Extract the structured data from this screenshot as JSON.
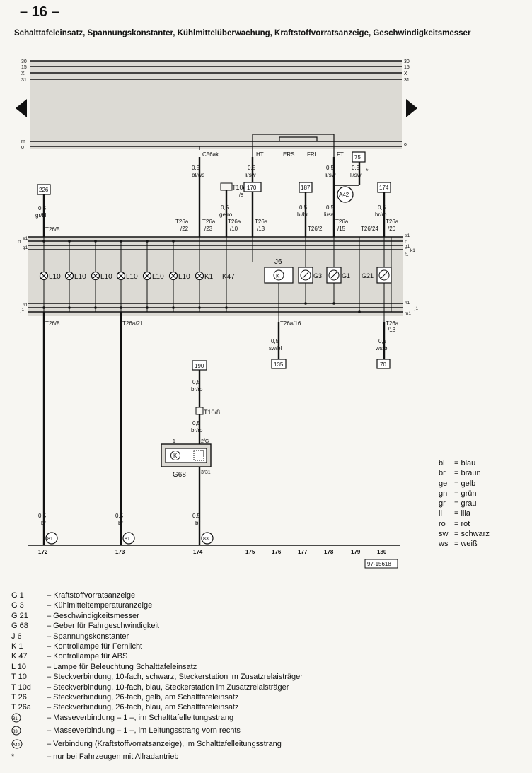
{
  "header": {
    "page_number": "– 16 –",
    "title": "Schalttafeleinsatz, Spannungskonstanter, Kühlmittelüberwachung, Kraftstoffvorratsanzeige, Geschwindigkeitsmesser"
  },
  "bus_labels": {
    "line_30": "30",
    "line_15": "15",
    "line_x": "X",
    "line_31": "31",
    "line_m": "m",
    "line_o": "o"
  },
  "relay_labels": {
    "c56ak": "C56ak",
    "ht": "HT",
    "ers": "ERS",
    "frl": "FRL",
    "ft": "FT"
  },
  "wires": [
    {
      "id": "w1",
      "size": "0,5",
      "color": "bl/ws"
    },
    {
      "id": "w2",
      "size": "0,5",
      "color": "li/sw"
    },
    {
      "id": "w3",
      "size": "0,5",
      "color": "li/sw"
    },
    {
      "id": "w4",
      "size": "0,5",
      "color": "li/sw"
    },
    {
      "id": "w5",
      "size": "0,5",
      "color": "gr/bl"
    },
    {
      "id": "w6",
      "size": "0,5",
      "color": "ge/ro"
    },
    {
      "id": "w7",
      "size": "0,5",
      "color": "bl/br"
    },
    {
      "id": "w8",
      "size": "0,5",
      "color": "li/sw"
    },
    {
      "id": "w9",
      "size": "0,5",
      "color": "br/ro"
    },
    {
      "id": "w10",
      "size": "0,5",
      "color": "sw/bl"
    },
    {
      "id": "w11",
      "size": "0,5",
      "color": "ws/bl"
    },
    {
      "id": "w12",
      "size": "0,5",
      "color": "br/ro"
    },
    {
      "id": "w13",
      "size": "0,5",
      "color": "br/ro"
    },
    {
      "id": "w14",
      "size": "0,5",
      "color": "br"
    },
    {
      "id": "w15",
      "size": "0,5",
      "color": "br"
    },
    {
      "id": "w16",
      "size": "0,5",
      "color": "br"
    }
  ],
  "refs": {
    "r75": "75",
    "r170": "170",
    "r226": "226",
    "r187": "187",
    "r174": "174",
    "r135": "135",
    "r70": "70",
    "r190": "190"
  },
  "asterisk": "*",
  "connectors": {
    "t10d": "T10d",
    "t10d_pin": "/8",
    "t26_5": "T26/5",
    "t26a_22": "T26a\n/22",
    "t26a_23": "T26a\n/23",
    "t26a_10": "T26a\n/10",
    "t26a_13": "T26a\n/13",
    "t26_2": "T26/2",
    "t26a_15": "T26a\n/15",
    "t26_24": "T26/24",
    "t26a_20": "T26a\n/20",
    "t26_8": "T26/8",
    "t26a_21": "T26a/21",
    "t26a_16": "T26a/16",
    "t26a_18": "T26a\n/18",
    "t10_8": "T10/8",
    "g68_pin1": "1",
    "g68_pin2": "2/G",
    "g68_pin3": "3/31"
  },
  "rail_labels": {
    "e1": "e1",
    "f1": "f1",
    "g1": "g1",
    "k1": "k1",
    "h1": "h1",
    "j1": "j1",
    "m1": "m1"
  },
  "components": {
    "l10": "L10",
    "k1": "K1",
    "k47": "K47",
    "j6": "J6",
    "g3": "G3",
    "g1": "G1",
    "g21": "G21",
    "g68": "G68",
    "a42": "A42"
  },
  "grounds": {
    "gnd81a": "81",
    "gnd81b": "81",
    "gnd83": "83"
  },
  "scale_numbers": [
    "172",
    "173",
    "174",
    "175",
    "176",
    "177",
    "178",
    "179",
    "180"
  ],
  "drawing_code": "97-15618",
  "color_legend": [
    {
      "abbr": "bl",
      "name": "= blau"
    },
    {
      "abbr": "br",
      "name": "= braun"
    },
    {
      "abbr": "ge",
      "name": "= gelb"
    },
    {
      "abbr": "gn",
      "name": "= grün"
    },
    {
      "abbr": "gr",
      "name": "= grau"
    },
    {
      "abbr": "li",
      "name": "= lila"
    },
    {
      "abbr": "ro",
      "name": "= rot"
    },
    {
      "abbr": "sw",
      "name": "= schwarz"
    },
    {
      "abbr": "ws",
      "name": "= weiß"
    }
  ],
  "legend": [
    {
      "code": "G 1",
      "text": "– Kraftstoffvorratsanzeige"
    },
    {
      "code": "G 3",
      "text": "– Kühlmitteltemperaturanzeige"
    },
    {
      "code": "G 21",
      "text": "– Geschwindigkeitsmesser"
    },
    {
      "code": "G 68",
      "text": "– Geber für Fahrgeschwindigkeit"
    },
    {
      "code": "J 6",
      "text": "– Spannungskonstanter"
    },
    {
      "code": "K 1",
      "text": "– Kontrollampe für Fernlicht"
    },
    {
      "code": "K 47",
      "text": "– Kontrollampe für ABS"
    },
    {
      "code": "L 10",
      "text": "– Lampe für Beleuchtung Schalttafeleinsatz"
    },
    {
      "code": "T 10",
      "text": "– Steckverbindung, 10-fach, schwarz, Steckerstation im Zusatzrelaisträger"
    },
    {
      "code": "T 10d",
      "text": "– Steckverbindung, 10-fach, blau, Steckerstation im Zusatzrelaisträger"
    },
    {
      "code": "T 26",
      "text": "– Steckverbindung, 26-fach, gelb, am Schalttafeleinsatz"
    },
    {
      "code": "T 26a",
      "text": "– Steckverbindung, 26-fach, blau, am Schalttafeleinsatz"
    },
    {
      "code": "81",
      "text": "– Masseverbindung – 1 –, im Schalttafelleitungsstrang"
    },
    {
      "code": "83",
      "text": "– Masseverbindung – 1 –, im Leitungsstrang vorn rechts"
    },
    {
      "code": "A42",
      "text": "– Verbindung (Kraftstoffvorratsanzeige), im Schalttafelleitungsstrang"
    },
    {
      "code": "*",
      "text": "– nur bei Fahrzeugen mit Allradantrieb"
    }
  ]
}
